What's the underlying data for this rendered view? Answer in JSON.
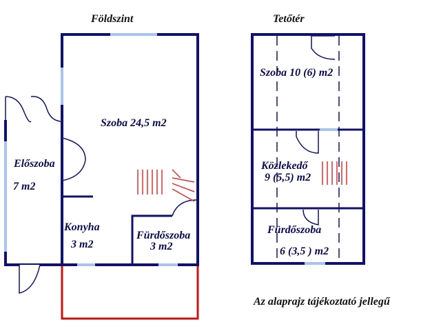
{
  "titles": {
    "ground": "Földszint",
    "attic": "Tetőtér"
  },
  "ground_rooms": {
    "living": "Szoba 24,5 m2",
    "hall_name": "Előszoba",
    "hall_area": "7 m2",
    "kitchen_name": "Konyha",
    "kitchen_area": "3 m2",
    "bath_name": "Fürdőszoba",
    "bath_area": "3 m2"
  },
  "attic_rooms": {
    "room": "Szoba 10 (6) m2",
    "corridor_name": "Közlekedő",
    "corridor_area": "9 (5,5) m2",
    "bath_name": "Fürdőszoba",
    "bath_area": "6 (3,5 ) m2"
  },
  "note": "Az alaprajz tájékoztató jellegű",
  "colors": {
    "walls": "#101070",
    "windows": "#a8c4ee",
    "stairs": "#e03030",
    "terrace": "#cc1111"
  }
}
